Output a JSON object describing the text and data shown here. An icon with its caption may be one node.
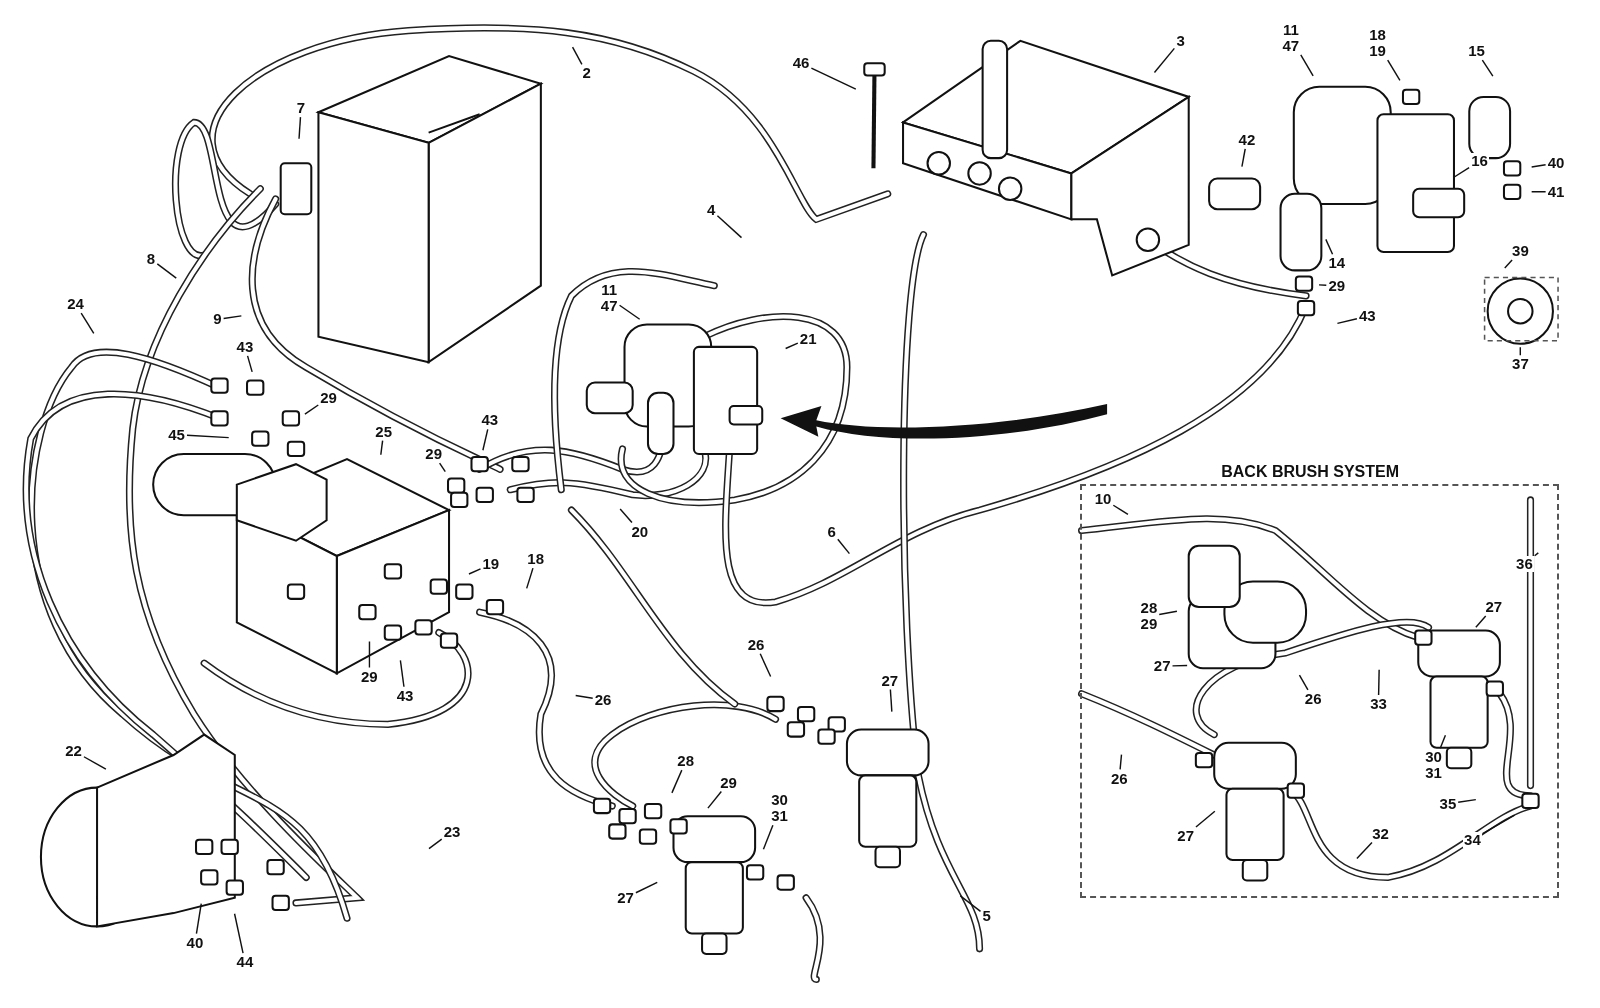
{
  "diagram": {
    "nodes": [
      {
        "text": [
          "2"
        ]
      },
      {
        "text": [
          "3"
        ]
      },
      {
        "text": [
          "46"
        ]
      },
      {
        "text": [
          "11",
          "47"
        ]
      },
      {
        "text": [
          "18",
          "19"
        ]
      },
      {
        "text": [
          "15"
        ]
      },
      {
        "text": [
          "42"
        ]
      },
      {
        "text": [
          "16"
        ]
      },
      {
        "text": [
          "40"
        ]
      },
      {
        "text": [
          "41"
        ]
      },
      {
        "text": [
          "14"
        ]
      },
      {
        "text": [
          "29"
        ]
      },
      {
        "text": [
          "43"
        ]
      },
      {
        "text": [
          "39"
        ]
      },
      {
        "text": [
          "37"
        ]
      },
      {
        "text": [
          "7"
        ]
      },
      {
        "text": [
          "4"
        ]
      },
      {
        "text": [
          "8"
        ]
      },
      {
        "text": [
          "24"
        ]
      },
      {
        "text": [
          "9"
        ]
      },
      {
        "text": [
          "43"
        ]
      },
      {
        "text": [
          "29"
        ]
      },
      {
        "text": [
          "45"
        ]
      },
      {
        "text": [
          "25"
        ]
      },
      {
        "text": [
          "11",
          "47"
        ]
      },
      {
        "text": [
          "21"
        ]
      },
      {
        "text": [
          "29"
        ]
      },
      {
        "text": [
          "43"
        ]
      },
      {
        "text": [
          "20"
        ]
      },
      {
        "text": [
          "19"
        ]
      },
      {
        "text": [
          "18"
        ]
      },
      {
        "text": [
          "6"
        ]
      },
      {
        "text": [
          "29"
        ]
      },
      {
        "text": [
          "43"
        ]
      },
      {
        "text": [
          "26"
        ]
      },
      {
        "text": [
          "26"
        ]
      },
      {
        "text": [
          "27"
        ]
      },
      {
        "text": [
          "28"
        ]
      },
      {
        "text": [
          "29"
        ]
      },
      {
        "text": [
          "30",
          "31"
        ]
      },
      {
        "text": [
          "27"
        ]
      },
      {
        "text": [
          "22"
        ]
      },
      {
        "text": [
          "23"
        ]
      },
      {
        "text": [
          "40"
        ]
      },
      {
        "text": [
          "44"
        ]
      },
      {
        "text": [
          "5"
        ]
      },
      {
        "text": [
          "BACK BRUSH SYSTEM"
        ]
      },
      {
        "text": [
          "10"
        ],
        "in": 46
      },
      {
        "text": [
          "36"
        ],
        "in": 46
      },
      {
        "text": [
          "28",
          "29"
        ],
        "in": 46
      },
      {
        "text": [
          "27"
        ],
        "in": 46
      },
      {
        "text": [
          "27"
        ],
        "in": 46
      },
      {
        "text": [
          "26"
        ],
        "in": 46
      },
      {
        "text": [
          "33"
        ],
        "in": 46
      },
      {
        "text": [
          "30",
          "31"
        ],
        "in": 46
      },
      {
        "text": [
          "26"
        ],
        "in": 46
      },
      {
        "text": [
          "35"
        ],
        "in": 46
      },
      {
        "text": [
          "27"
        ],
        "in": 46
      },
      {
        "text": [
          "32"
        ],
        "in": 46
      },
      {
        "text": [
          "34"
        ],
        "in": 46
      }
    ],
    "edges": [
      {
        "from": 0,
        "to": null,
        "arrow": "none"
      },
      {
        "from": 1,
        "to": null,
        "arrow": "none"
      },
      {
        "from": 2,
        "to": null,
        "arrow": "none"
      },
      {
        "from": 3,
        "to": null,
        "arrow": "none"
      },
      {
        "from": 4,
        "to": null,
        "arrow": "none"
      },
      {
        "from": 5,
        "to": null,
        "arrow": "none"
      },
      {
        "from": 6,
        "to": null,
        "arrow": "none"
      },
      {
        "from": 7,
        "to": null,
        "arrow": "none"
      },
      {
        "from": 8,
        "to": null,
        "arrow": "none"
      },
      {
        "from": 9,
        "to": null,
        "arrow": "none"
      },
      {
        "from": 10,
        "to": null,
        "arrow": "none"
      },
      {
        "from": 11,
        "to": null,
        "arrow": "none"
      },
      {
        "from": 12,
        "to": null,
        "arrow": "none"
      },
      {
        "from": 13,
        "to": null,
        "arrow": "none"
      },
      {
        "from": 14,
        "to": null,
        "arrow": "none"
      },
      {
        "from": 15,
        "to": null,
        "arrow": "none"
      },
      {
        "from": 16,
        "to": null,
        "arrow": "none"
      },
      {
        "from": 17,
        "to": null,
        "arrow": "none"
      },
      {
        "from": 18,
        "to": null,
        "arrow": "none"
      },
      {
        "from": 19,
        "to": null,
        "arrow": "none"
      },
      {
        "from": 20,
        "to": null,
        "arrow": "none"
      },
      {
        "from": 21,
        "to": null,
        "arrow": "none"
      },
      {
        "from": 22,
        "to": null,
        "arrow": "none"
      },
      {
        "from": 23,
        "to": null,
        "arrow": "none"
      },
      {
        "from": 24,
        "to": null,
        "arrow": "none"
      },
      {
        "from": 25,
        "to": null,
        "arrow": "none"
      },
      {
        "from": 26,
        "to": null,
        "arrow": "none"
      },
      {
        "from": 27,
        "to": null,
        "arrow": "none"
      },
      {
        "from": 28,
        "to": null,
        "arrow": "none"
      },
      {
        "from": 29,
        "to": null,
        "arrow": "none"
      },
      {
        "from": 30,
        "to": null,
        "arrow": "none"
      },
      {
        "from": 31,
        "to": null,
        "arrow": "none"
      },
      {
        "from": 32,
        "to": null,
        "arrow": "none"
      },
      {
        "from": 33,
        "to": null,
        "arrow": "none"
      },
      {
        "from": 34,
        "to": null,
        "arrow": "none"
      },
      {
        "from": 35,
        "to": null,
        "arrow": "none"
      },
      {
        "from": 36,
        "to": null,
        "arrow": "none"
      },
      {
        "from": 37,
        "to": null,
        "arrow": "none"
      },
      {
        "from": 38,
        "to": null,
        "arrow": "none"
      },
      {
        "from": 39,
        "to": null,
        "arrow": "none"
      },
      {
        "from": 40,
        "to": null,
        "arrow": "none"
      },
      {
        "from": 41,
        "to": null,
        "arrow": "none"
      },
      {
        "from": 42,
        "to": null,
        "arrow": "none"
      },
      {
        "from": 43,
        "to": null,
        "arrow": "none"
      },
      {
        "from": 44,
        "to": null,
        "arrow": "none"
      },
      {
        "from": 45,
        "to": null,
        "arrow": "none"
      },
      {
        "from": 47,
        "to": null,
        "arrow": "none"
      },
      {
        "from": 48,
        "to": null,
        "arrow": "none"
      },
      {
        "from": 49,
        "to": null,
        "arrow": "none"
      },
      {
        "from": 50,
        "to": null,
        "arrow": "none"
      },
      {
        "from": 51,
        "to": null,
        "arrow": "none"
      },
      {
        "from": 52,
        "to": null,
        "arrow": "none"
      },
      {
        "from": 53,
        "to": null,
        "arrow": "none"
      },
      {
        "from": 54,
        "to": null,
        "arrow": "none"
      },
      {
        "from": 55,
        "to": null,
        "arrow": "none"
      },
      {
        "from": 56,
        "to": null,
        "arrow": "none"
      },
      {
        "from": 57,
        "to": null,
        "arrow": "none"
      },
      {
        "from": 58,
        "to": null,
        "arrow": "none"
      },
      {
        "from": 59,
        "to": null,
        "arrow": "none"
      }
    ]
  }
}
